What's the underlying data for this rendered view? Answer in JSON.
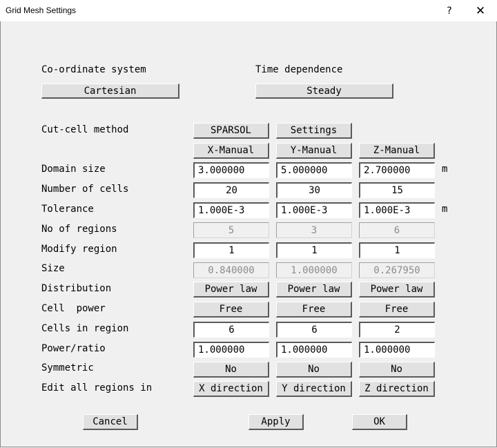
{
  "window": {
    "title": "Grid Mesh Settings",
    "help_glyph": "?",
    "close_glyph": "✕"
  },
  "labels": {
    "coordinate_system": "Co-ordinate system",
    "time_dependence": "Time dependence",
    "cut_cell_method": "Cut-cell method",
    "domain_size": "Domain size",
    "number_of_cells": "Number of cells",
    "tolerance": "Tolerance",
    "no_of_regions": "No of regions",
    "modify_region": "Modify region",
    "size": "Size",
    "distribution": "Distribution",
    "cell_power": "Cell  power",
    "cells_in_region": "Cells in region",
    "power_ratio": "Power/ratio",
    "symmetric": "Symmetric",
    "edit_all_regions_in": "Edit all regions in"
  },
  "coordinate_system_value": "Cartesian",
  "time_dependence_value": "Steady",
  "cut_cell": {
    "method": "SPARSOL",
    "settings": "Settings"
  },
  "axis_buttons": {
    "x": "X-Manual",
    "y": "Y-Manual",
    "z": "Z-Manual"
  },
  "values": {
    "domain_size": {
      "x": "3.000000",
      "y": "5.000000",
      "z": "2.700000",
      "unit": "m"
    },
    "number_of_cells": {
      "x": "20",
      "y": "30",
      "z": "15"
    },
    "tolerance": {
      "x": "1.000E-3",
      "y": "1.000E-3",
      "z": "1.000E-3",
      "unit": "m"
    },
    "no_of_regions": {
      "x": "5",
      "y": "3",
      "z": "6"
    },
    "modify_region": {
      "x": "1",
      "y": "1",
      "z": "1"
    },
    "size": {
      "x": "0.840000",
      "y": "1.000000",
      "z": "0.267950"
    },
    "distribution": {
      "x": "Power law",
      "y": "Power law",
      "z": "Power law"
    },
    "cell_power": {
      "x": "Free",
      "y": "Free",
      "z": "Free"
    },
    "cells_in_region": {
      "x": "6",
      "y": "6",
      "z": "2"
    },
    "power_ratio": {
      "x": "1.000000",
      "y": "1.000000",
      "z": "1.000000"
    },
    "symmetric": {
      "x": "No",
      "y": "No",
      "z": "No"
    },
    "edit_all": {
      "x": "X direction",
      "y": "Y direction",
      "z": "Z direction"
    }
  },
  "footer": {
    "cancel": "Cancel",
    "apply": "Apply",
    "ok": "OK"
  }
}
